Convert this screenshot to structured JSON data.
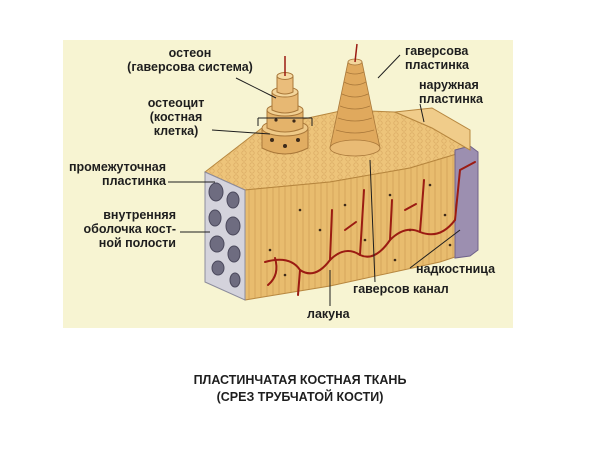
{
  "labels": {
    "osteon": [
      "остеон",
      "(гаверсова система)"
    ],
    "osteocyte": [
      "остеоцит",
      "(костная",
      "клетка)"
    ],
    "interstitial": [
      "промежуточная",
      "пластинка"
    ],
    "endosteum": [
      "внутренняя",
      "оболочка кост-",
      "ной полости"
    ],
    "haversian_lamella": [
      "гаверсова",
      "пластинка"
    ],
    "outer_lamella": [
      "наружная",
      "пластинка"
    ],
    "periosteum": "надкостница",
    "haversian_canal": "гаверсов канал",
    "lacuna": "лакуна"
  },
  "caption": [
    "ПЛАСТИНЧАТАЯ КОСТНАЯ ТКАНЬ",
    "(СРЕЗ ТРУБЧАТОЙ КОСТИ)"
  ],
  "colors": {
    "panel": "#f7f4d2",
    "bone": "#e8bc6e",
    "bone_dark": "#c89a4f",
    "vessel": "#9b1b12",
    "label": "#1e1e1e"
  }
}
